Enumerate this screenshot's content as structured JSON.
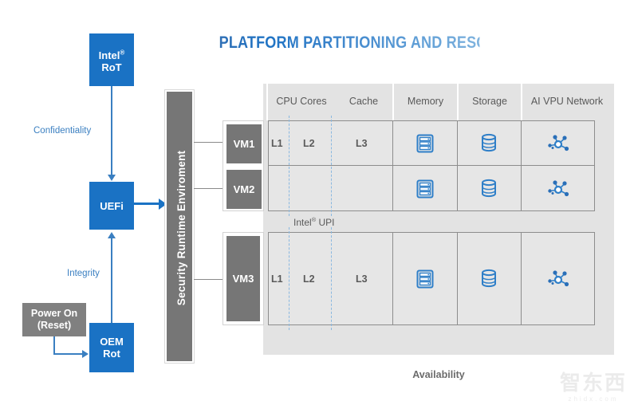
{
  "title": "PLATFORM PARTITIONING AND RESOURCE ISOLATION",
  "flow": {
    "intel_rot_line1": "Intel®",
    "intel_rot_line2": "RoT",
    "uefi": "UEFi",
    "oem_rot_line1": "OEM",
    "oem_rot_line2": "Rot",
    "power_on_line1": "Power On",
    "power_on_line2": "(Reset)",
    "confidentiality": "Confidentiality",
    "integrity": "Integrity"
  },
  "security_bar": {
    "label": "Security Runtime Enviroment"
  },
  "table": {
    "columns": [
      "CPU Cores",
      "Cache",
      "Memory",
      "Storage",
      "AI VPU Network"
    ],
    "cache_levels": [
      "L1",
      "L2",
      "L3"
    ],
    "interconnect_label": "Intel®  UPI",
    "footer_label": "Availability",
    "rows": [
      {
        "vm": "VM1",
        "cache_levels": [
          "L1",
          "L2",
          "L3"
        ],
        "memory": "memory-icon",
        "storage": "storage-icon",
        "network": "network-icon"
      },
      {
        "vm": "VM2",
        "cache_levels": [
          "",
          "",
          ""
        ],
        "memory": "memory-icon",
        "storage": "storage-icon",
        "network": "network-icon"
      },
      {
        "vm": "VM3",
        "cache_levels": [
          "L1",
          "L2",
          "L3"
        ],
        "memory": "memory-icon",
        "storage": "storage-icon",
        "network": "network-icon"
      }
    ]
  },
  "watermark": {
    "text": "智东西",
    "subtext": "zhidx.com"
  },
  "colors": {
    "brand_blue": "#1a72c4",
    "accent_blue": "#3a7fc1",
    "grey_box": "#767676",
    "panel_grey": "#e3e3e3",
    "icon_blue": "#2f7fc8"
  }
}
